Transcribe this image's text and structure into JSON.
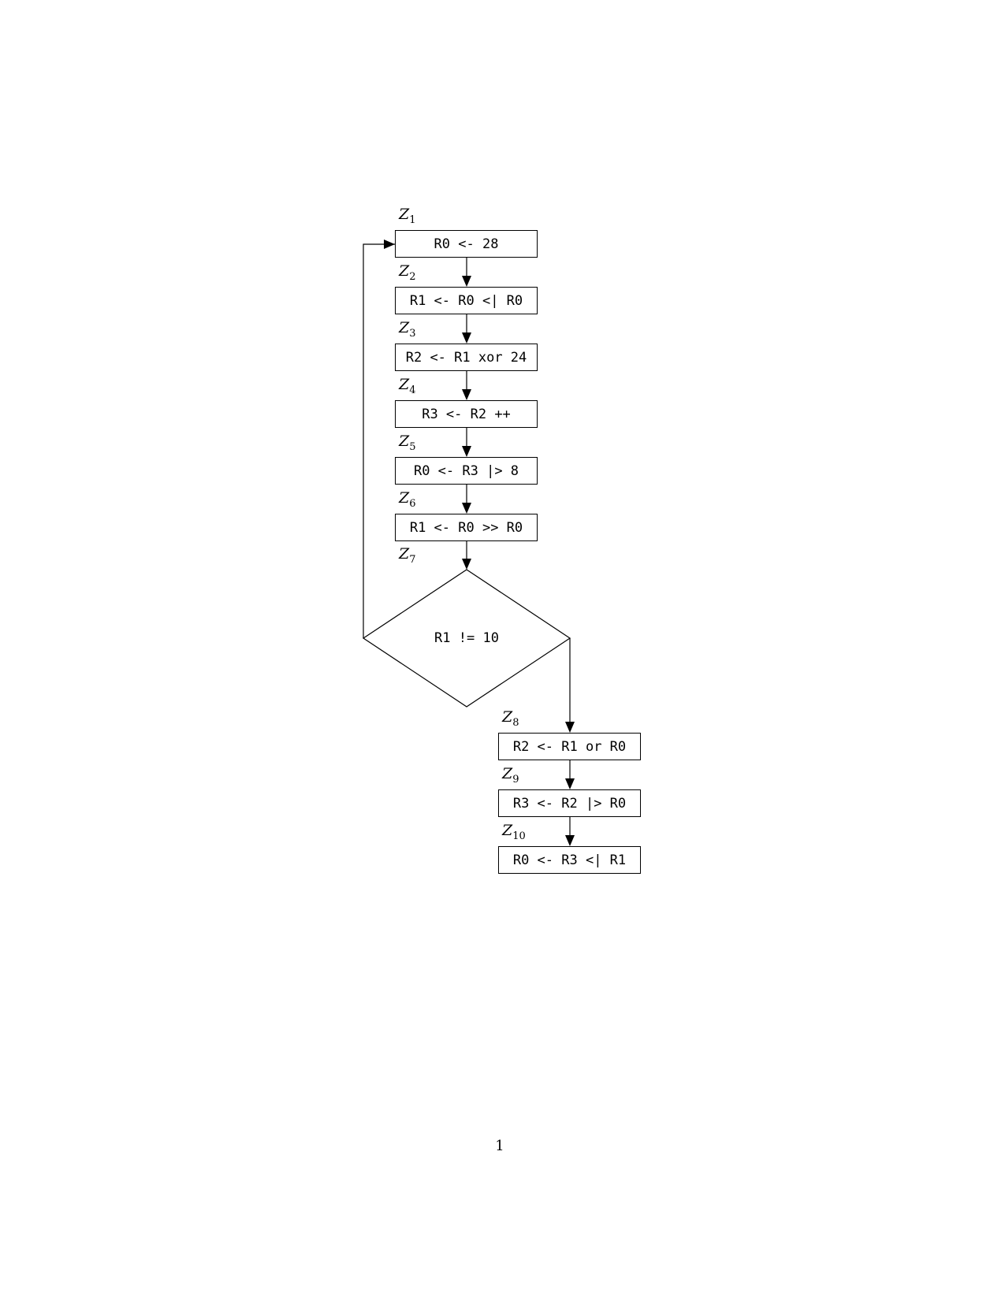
{
  "page": {
    "number": "1",
    "background": "#ffffff",
    "line_color": "#000000"
  },
  "flowchart": {
    "nodes": [
      {
        "id": "Z1",
        "label": "Z",
        "sub": "1",
        "text": "R0 <- 28",
        "shape": "process"
      },
      {
        "id": "Z2",
        "label": "Z",
        "sub": "2",
        "text": "R1 <- R0 <| R0",
        "shape": "process"
      },
      {
        "id": "Z3",
        "label": "Z",
        "sub": "3",
        "text": "R2 <- R1 xor 24",
        "shape": "process"
      },
      {
        "id": "Z4",
        "label": "Z",
        "sub": "4",
        "text": "R3 <- R2 ++",
        "shape": "process"
      },
      {
        "id": "Z5",
        "label": "Z",
        "sub": "5",
        "text": "R0 <- R3 |> 8",
        "shape": "process"
      },
      {
        "id": "Z6",
        "label": "Z",
        "sub": "6",
        "text": "R1 <- R0 >> R0",
        "shape": "process"
      },
      {
        "id": "Z7",
        "label": "Z",
        "sub": "7",
        "text": "R1 != 10",
        "shape": "decision"
      },
      {
        "id": "Z8",
        "label": "Z",
        "sub": "8",
        "text": "R2 <- R1 or R0",
        "shape": "process"
      },
      {
        "id": "Z9",
        "label": "Z",
        "sub": "9",
        "text": "R3 <- R2 |> R0",
        "shape": "process"
      },
      {
        "id": "Z10",
        "label": "Z",
        "sub": "10",
        "text": "R0 <- R3 <| R1",
        "shape": "process"
      }
    ],
    "edges": [
      "Z1->Z2",
      "Z2->Z3",
      "Z3->Z4",
      "Z4->Z5",
      "Z5->Z6",
      "Z6->Z7",
      "Z7->Z8 (false branch, right)",
      "Z8->Z9",
      "Z9->Z10",
      "Z7->Z1 (loop back, left)"
    ]
  }
}
